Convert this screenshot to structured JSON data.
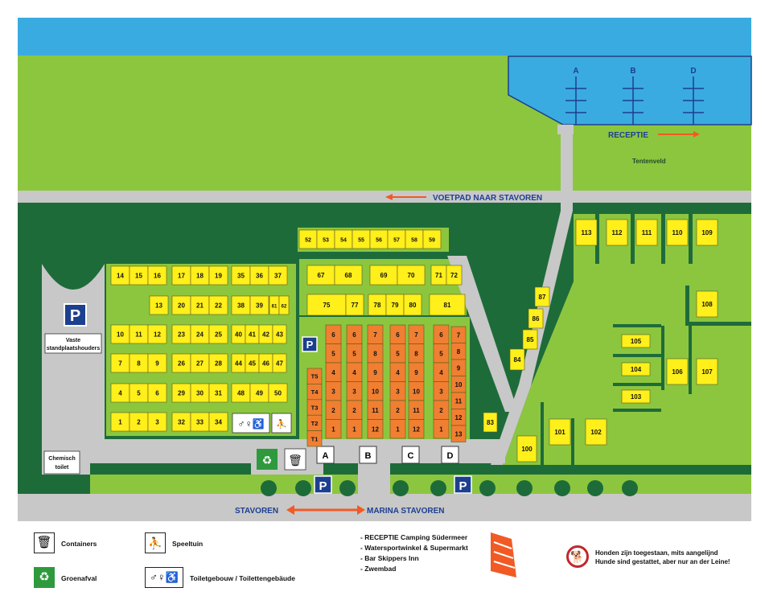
{
  "colors": {
    "water": "#3aabe0",
    "light_green": "#8cc63f",
    "dark_green": "#1e6b3a",
    "road": "#c8c8c8",
    "pitch_yellow": "#ffef1a",
    "pitch_orange": "#f07f32",
    "arrow": "#f15a24",
    "label_blue": "#1c3f8f"
  },
  "labels": {
    "receptie": "RECEPTIE",
    "tentenveld": "Tentenveld",
    "voetpad": "VOETPAD NAAR STAVOREN",
    "stavoren": "STAVOREN",
    "marina": "MARINA STAVOREN",
    "vaste": "Vaste standplaatshouders",
    "chemisch": "Chemisch toilet",
    "parking": "P"
  },
  "docks": [
    "A",
    "B",
    "D"
  ],
  "sanitary_blocks": [
    "A",
    "B",
    "C",
    "D"
  ],
  "pitches_yellow": [
    "1",
    "2",
    "3",
    "4",
    "5",
    "6",
    "7",
    "8",
    "9",
    "10",
    "11",
    "12",
    "13",
    "14",
    "15",
    "16",
    "17",
    "18",
    "19",
    "20",
    "21",
    "22",
    "23",
    "24",
    "25",
    "26",
    "27",
    "28",
    "29",
    "30",
    "31",
    "32",
    "33",
    "34",
    "35",
    "36",
    "37",
    "38",
    "39",
    "40",
    "41",
    "42",
    "43",
    "44",
    "45",
    "46",
    "47",
    "48",
    "49",
    "50",
    "52",
    "53",
    "54",
    "55",
    "56",
    "57",
    "58",
    "59",
    "61",
    "62",
    "67",
    "68",
    "69",
    "70",
    "71",
    "72",
    "75",
    "77",
    "78",
    "79",
    "80",
    "81",
    "83",
    "84",
    "85",
    "86",
    "87",
    "100",
    "101",
    "102",
    "103",
    "104",
    "105",
    "106",
    "107",
    "108",
    "109",
    "110",
    "111",
    "112",
    "113"
  ],
  "tents": [
    "T1",
    "T2",
    "T3",
    "T4",
    "T5"
  ],
  "legend": {
    "containers": "Containers",
    "groenafval": "Groenafval",
    "speeltuin": "Speeltuin",
    "toilet": "Toiletgebouw / Toilettengebäude",
    "facilities": [
      "- RECEPTIE Camping Südermeer",
      "- Watersportwinkel & Supermarkt",
      "- Bar Skippers Inn",
      "- Zwembad"
    ],
    "dogs_nl": "Honden zijn toegestaan, mits aangelijnd",
    "dogs_de": "Hunde sind gestattet, aber nur an der Leine!"
  }
}
